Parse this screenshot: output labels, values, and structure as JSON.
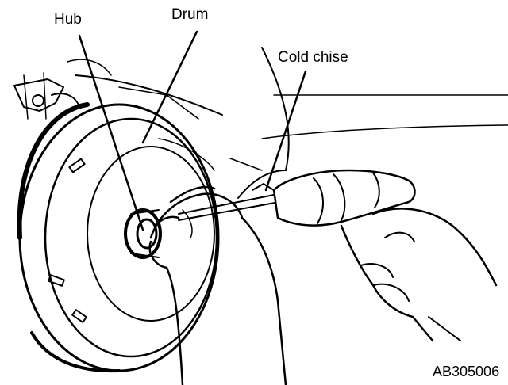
{
  "labels": {
    "hub": "Hub",
    "drum": "Drum",
    "chisel": "Cold chise",
    "code": "AB305006"
  },
  "colors": {
    "ink": "#000000",
    "paper": "#ffffff"
  }
}
